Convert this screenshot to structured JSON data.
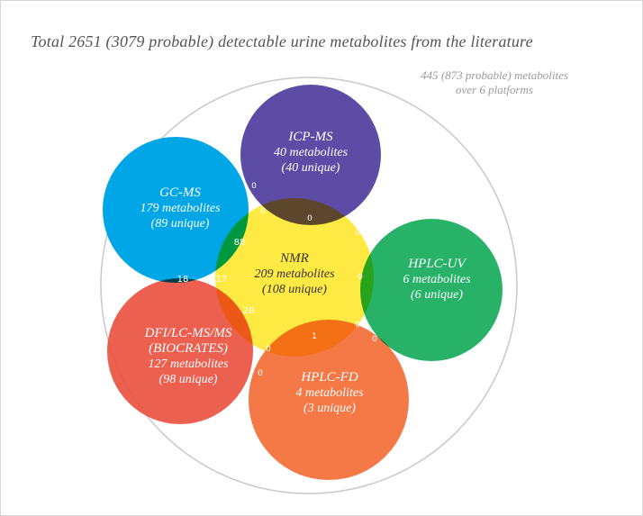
{
  "title": "Total 2651 (3079 probable) detectable urine metabolites from the literature",
  "subtitle": {
    "line1": "445 (873 probable) metabolites",
    "line2": "over 6 platforms"
  },
  "colors": {
    "icp_ms": "#3f2d95",
    "gc_ms": "#00a6e6",
    "hplc_uv": "#1bae60",
    "nmr": "#ffe93a",
    "dfi": "#ea4f3d",
    "hplc_fd": "#f2662c",
    "outline": "#c8c8c8"
  },
  "platforms": [
    {
      "id": "icp_ms",
      "name": "ICP-MS",
      "count": "40 metabolites",
      "unique": "(40 unique)"
    },
    {
      "id": "gc_ms",
      "name": "GC-MS",
      "count": "179 metabolites",
      "unique": "(89 unique)"
    },
    {
      "id": "hplc_uv",
      "name": "HPLC-UV",
      "count": "6 metabolites",
      "unique": "(6 unique)"
    },
    {
      "id": "nmr",
      "name": "NMR",
      "count": "209 metabolites",
      "unique": "(108 unique)"
    },
    {
      "id": "dfi",
      "name": "DFI/LC-MS/MS",
      "name2": "(BIOCRATES)",
      "count": "127 metabolites",
      "unique": "(98 unique)"
    },
    {
      "id": "hplc_fd",
      "name": "HPLC-FD",
      "count": "4 metabolites",
      "unique": "(3 unique)"
    }
  ],
  "overlaps": {
    "gc_icp": "0",
    "gc_icp_nmr": "0",
    "icp_nmr": "0",
    "icp_uv": "0",
    "icp_nmr_uv": "0",
    "gc_nmr": "88",
    "gc_dfi": "18",
    "gc_dfi_nmr": "17",
    "nmr_uv": "0",
    "dfi_nmr": "28",
    "nmr_uv_fd": "0",
    "uv_fd": "0",
    "nmr_fd": "1",
    "dfi_nmr_fd": "0",
    "dfi_fd": "0"
  }
}
